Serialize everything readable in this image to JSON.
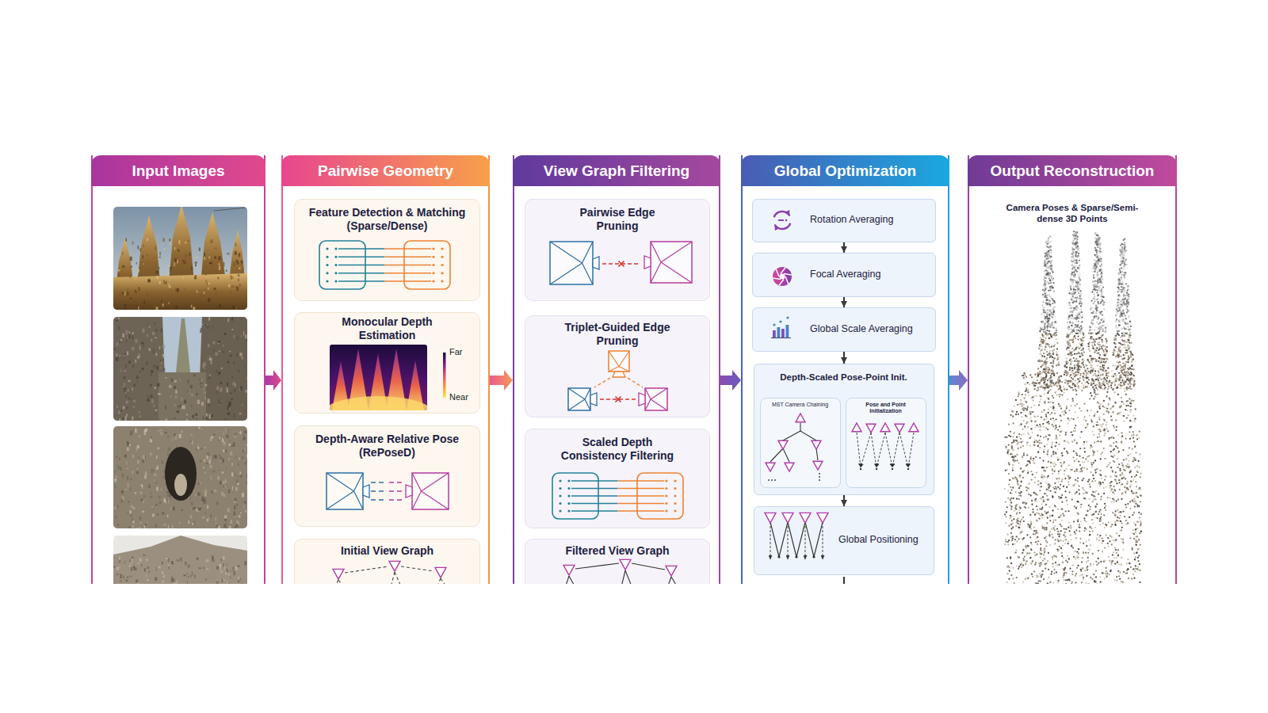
{
  "diagram": {
    "nodes": [
      {
        "text": [
          "Input Images"
        ]
      },
      {
        "text": [
          "Pairwise Geometry"
        ]
      },
      {
        "text": [
          "Feature Detection & Matching (Sparse/Dense)"
        ],
        "in": 1
      },
      {
        "text": [
          "Monocular Depth Estimation"
        ],
        "in": 1
      },
      {
        "text": [
          "Depth-Aware Relative Pose (RePoseD)"
        ],
        "in": 1
      },
      {
        "text": [
          "Initial View Graph"
        ],
        "in": 1
      },
      {
        "text": [
          "View Graph Filtering"
        ]
      },
      {
        "text": [
          "Pairwise Edge Pruning"
        ],
        "in": 6
      },
      {
        "text": [
          "Triplet-Guided Edge Pruning"
        ],
        "in": 6
      },
      {
        "text": [
          "Scaled Depth Consistency Filtering"
        ],
        "in": 6
      },
      {
        "text": [
          "Filtered View Graph"
        ],
        "in": 6
      },
      {
        "text": [
          "Global Optimization"
        ]
      },
      {
        "text": [
          "Rotation Averaging"
        ],
        "in": 11
      },
      {
        "text": [
          "Focal Averaging"
        ],
        "in": 11
      },
      {
        "text": [
          "Global Scale Averaging"
        ],
        "in": 11
      },
      {
        "text": [
          "Depth-Scaled Pose-Point Init."
        ],
        "in": 11
      },
      {
        "text": [
          "MST Camera Chaining"
        ],
        "in": 15
      },
      {
        "text": [
          "Pose and Point Initialization"
        ],
        "in": 15
      },
      {
        "text": [
          "Global Positioning"
        ],
        "in": 11
      },
      {
        "text": [
          "Output Reconstruction",
          "Camera Poses & Sparse/Semi-dense 3D Points"
        ]
      }
    ],
    "edges": [
      {
        "from": 0,
        "to": 1,
        "arrow": "to"
      },
      {
        "from": 1,
        "to": 6,
        "arrow": "to"
      },
      {
        "from": 6,
        "to": 11,
        "arrow": "to"
      },
      {
        "from": 11,
        "to": 19,
        "arrow": "to"
      },
      {
        "from": 12,
        "to": 13,
        "arrow": "to"
      },
      {
        "from": 13,
        "to": 14,
        "arrow": "to"
      },
      {
        "from": 14,
        "to": 15,
        "arrow": "to"
      },
      {
        "from": 15,
        "to": 18,
        "arrow": "to"
      }
    ],
    "labels": [
      "Far",
      "Near"
    ]
  }
}
